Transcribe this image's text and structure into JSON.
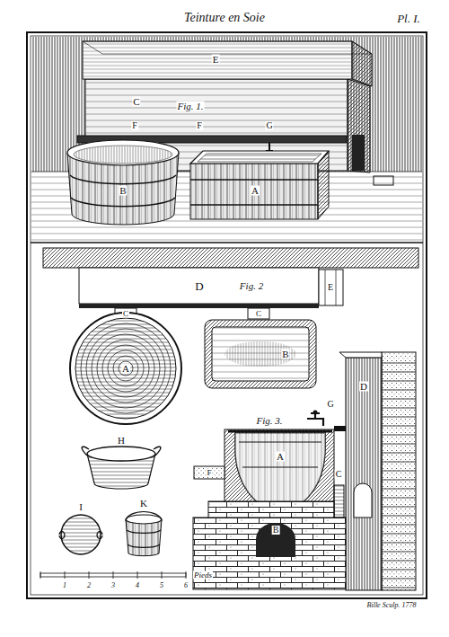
{
  "diagram": {
    "title": "Teinture en Soie",
    "labels": [
      "Pl. I.",
      "Fig. 1.",
      "E",
      "C",
      "F",
      "F",
      "G",
      "B",
      "A",
      "D",
      "Fig. 2",
      "E",
      "C",
      "C",
      "A",
      "B",
      "Fig. 3.",
      "G",
      "D",
      "A",
      "F",
      "B",
      "C",
      "H",
      "I",
      "K",
      "1",
      "2",
      "3",
      "4",
      "5",
      "6",
      "Pieds",
      "Bille Sculp. 1778"
    ]
  }
}
